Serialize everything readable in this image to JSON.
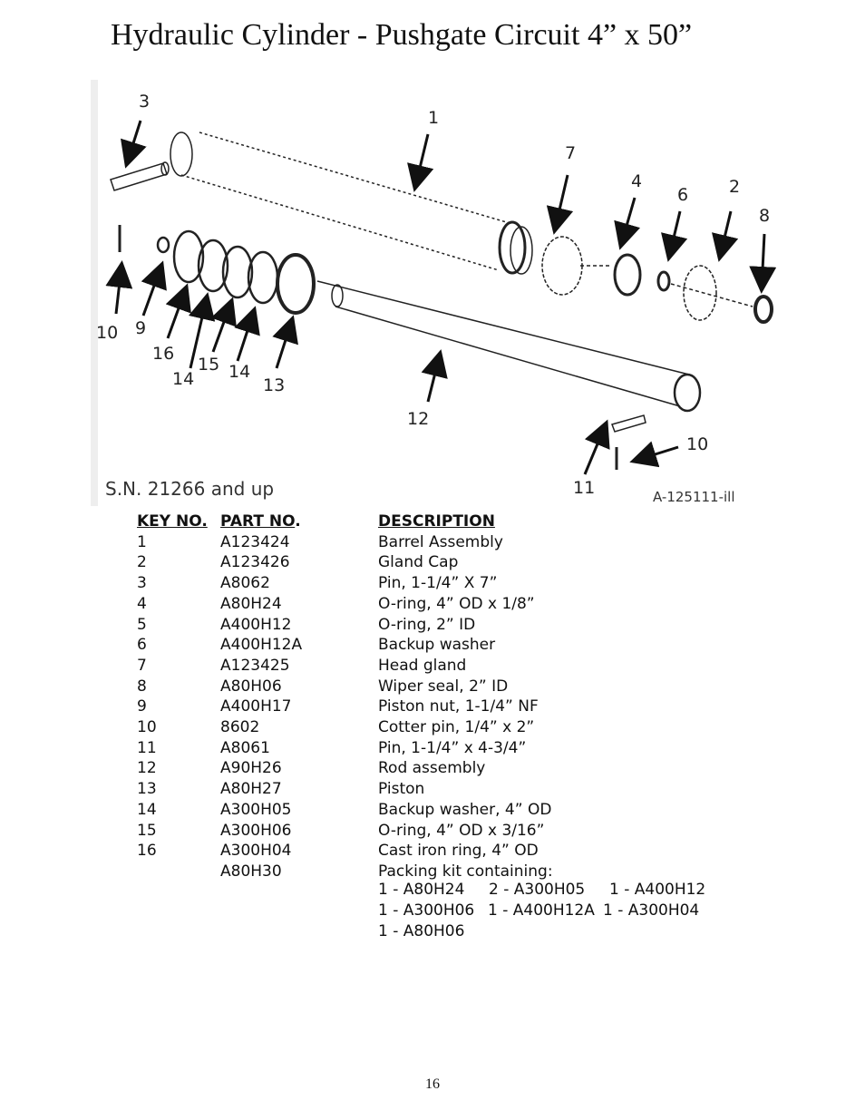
{
  "page": {
    "title": "Hydraulic Cylinder - Pushgate Circuit 4” x 50”",
    "page_number": "16"
  },
  "figure": {
    "serial_note": "S.N. 21266 and up",
    "illustration_id": "A-125111-ill",
    "callouts": [
      "1",
      "2",
      "3",
      "4",
      "6",
      "7",
      "8",
      "9",
      "10",
      "16",
      "14",
      "15",
      "14",
      "13",
      "12",
      "11",
      "10"
    ]
  },
  "parts_table": {
    "headers": {
      "key_no": "KEY NO.",
      "part_no": "PART NO",
      "part_no_suffix": ".",
      "description": "DESCRIPTION"
    },
    "rows": [
      {
        "key": "1",
        "part": "A123424",
        "desc": "Barrel Assembly"
      },
      {
        "key": "2",
        "part": "A123426",
        "desc": "Gland Cap"
      },
      {
        "key": "3",
        "part": "A8062",
        "desc": "Pin, 1-1/4” X 7”"
      },
      {
        "key": "4",
        "part": "A80H24",
        "desc": "O-ring, 4” OD x 1/8”"
      },
      {
        "key": "5",
        "part": "A400H12",
        "desc": "O-ring, 2” ID"
      },
      {
        "key": "6",
        "part": "A400H12A",
        "desc": "Backup washer"
      },
      {
        "key": "7",
        "part": "A123425",
        "desc": "Head gland"
      },
      {
        "key": "8",
        "part": "A80H06",
        "desc": "Wiper seal, 2” ID"
      },
      {
        "key": "9",
        "part": "A400H17",
        "desc": "Piston nut, 1-1/4” NF"
      },
      {
        "key": "10",
        "part": "8602",
        "desc": "Cotter pin, 1/4” x 2”"
      },
      {
        "key": "11",
        "part": "A8061",
        "desc": "Pin, 1-1/4” x 4-3/4”"
      },
      {
        "key": "12",
        "part": "A90H26",
        "desc": "Rod assembly"
      },
      {
        "key": "13",
        "part": "A80H27",
        "desc": "Piston"
      },
      {
        "key": "14",
        "part": "A300H05",
        "desc": "Backup washer, 4” OD"
      },
      {
        "key": "15",
        "part": "A300H06",
        "desc": "O-ring, 4” OD x 3/16”"
      },
      {
        "key": "16",
        "part": "A300H04",
        "desc": "Cast iron ring, 4” OD"
      },
      {
        "key": "",
        "part": "A80H30",
        "desc": "Packing kit containing:"
      }
    ],
    "kit_contents": [
      [
        "1 - A80H24",
        "2 - A300H05",
        "1 - A400H12"
      ],
      [
        "1 - A300H06",
        "1 - A400H12A",
        "1 - A300H04"
      ],
      [
        "1 - A80H06"
      ]
    ]
  }
}
